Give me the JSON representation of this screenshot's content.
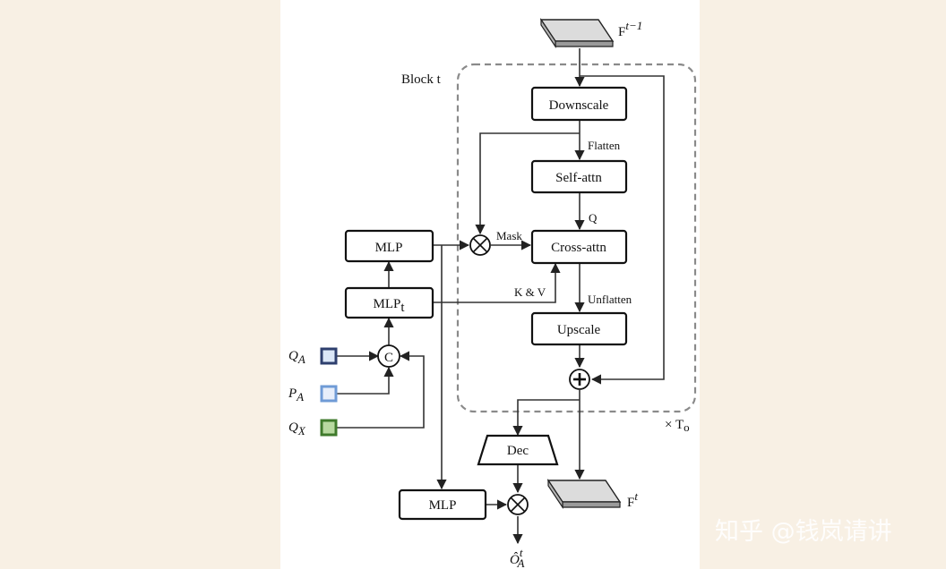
{
  "diagram": {
    "block_label": "Block t",
    "repeat_label": "× T",
    "repeat_sub": "o",
    "inputs": {
      "f_prev": {
        "base": "F",
        "sup": "t−1"
      },
      "f_out": {
        "base": "F",
        "sup": "t"
      },
      "q_a": {
        "base": "Q",
        "sub": "A"
      },
      "p_a": {
        "base": "P",
        "sub": "A"
      },
      "q_x": {
        "base": "Q",
        "sub": "X"
      }
    },
    "nodes": {
      "downscale": "Downscale",
      "self_attn": "Self-attn",
      "cross_attn": "Cross-attn",
      "upscale": "Upscale",
      "mlp_top": "MLP",
      "mlp_t_base": "MLP",
      "mlp_t_sub": "t",
      "dec": "Dec",
      "mlp_bottom": "MLP",
      "concat": "C"
    },
    "edge_labels": {
      "flatten": "Flatten",
      "q": "Q",
      "mask": "Mask",
      "kv": "K & V",
      "unflatten": "Unflatten"
    },
    "output": {
      "base": "Ô",
      "sup": "t",
      "sub": "A"
    },
    "colors": {
      "q_a": "#2e3f6e",
      "p_a": "#6f9bd6",
      "q_x": "#3f7a2b",
      "panel": "#ffffff",
      "background": "#f8f0e4"
    }
  },
  "watermark": "知乎 @钱岚请讲"
}
